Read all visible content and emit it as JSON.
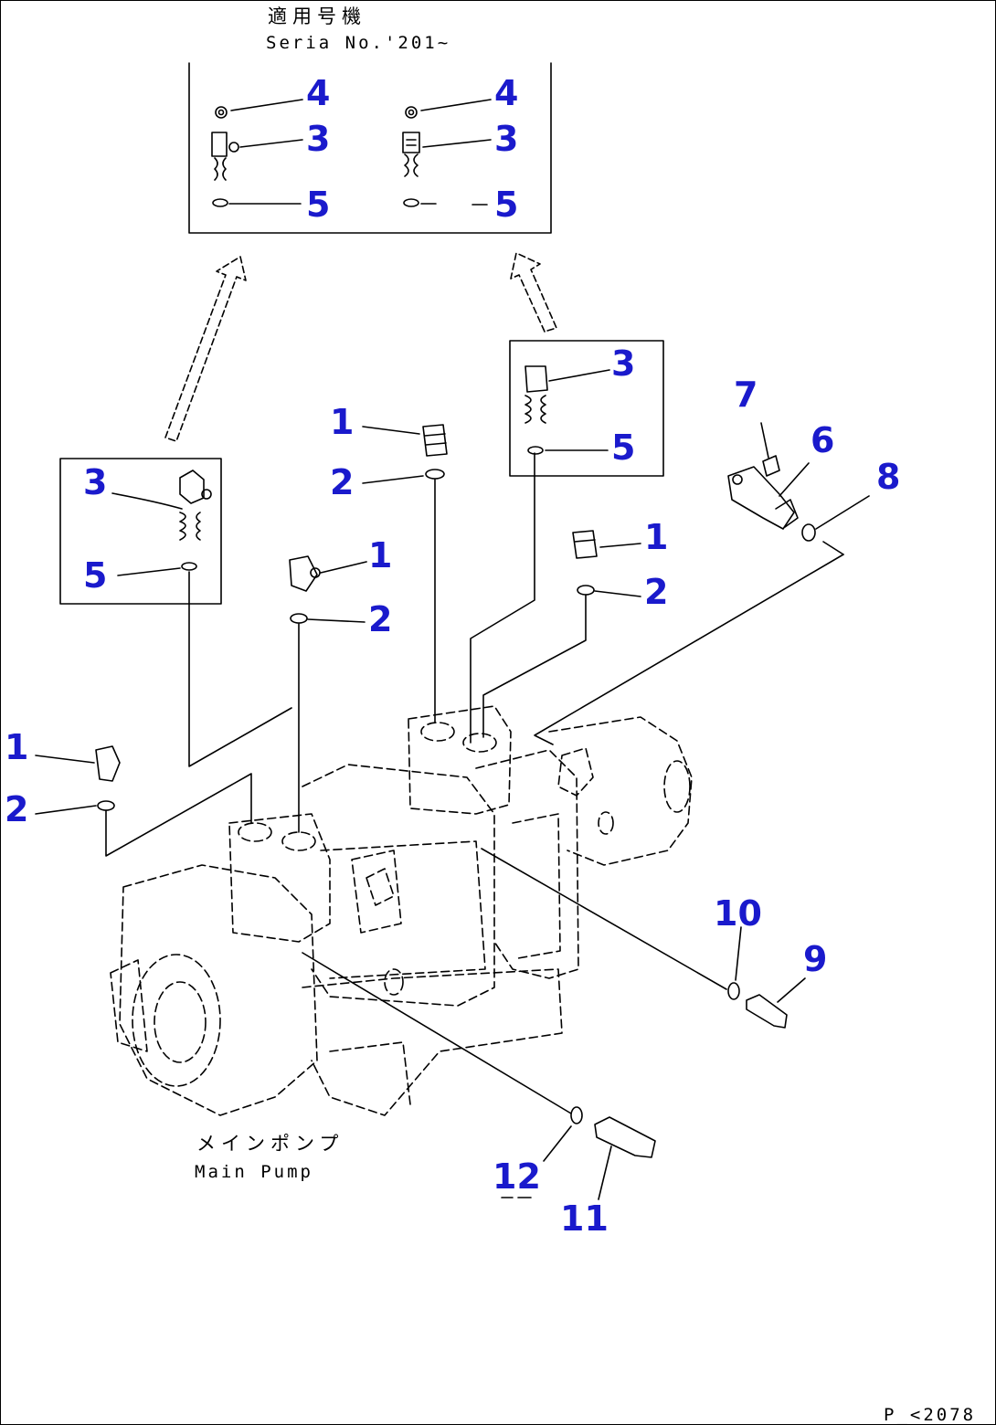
{
  "header": {
    "title_jp": "適用号機",
    "serial": "Seria  No.'201~"
  },
  "part": {
    "caption_jp": "メインポンプ",
    "caption_en": "Main Pump"
  },
  "drawing_code": "P_<2078",
  "callout_color": "#1a1acc",
  "callouts": {
    "inset_left_4": "4",
    "inset_left_3": "3",
    "inset_left_5": "5",
    "inset_right_4": "4",
    "inset_right_3": "3",
    "inset_right_5": "5",
    "box_left_3": "3",
    "box_left_5": "5",
    "box_center_3": "3",
    "box_center_5": "5",
    "a_1": "1",
    "a_2": "2",
    "b_1": "1",
    "b_2": "2",
    "c_1": "1",
    "c_2": "2",
    "d_1": "1",
    "d_2": "2",
    "s_7": "7",
    "s_6": "6",
    "s_8": "8",
    "s_10": "10",
    "s_9": "9",
    "s_12": "12",
    "s_11": "11"
  }
}
